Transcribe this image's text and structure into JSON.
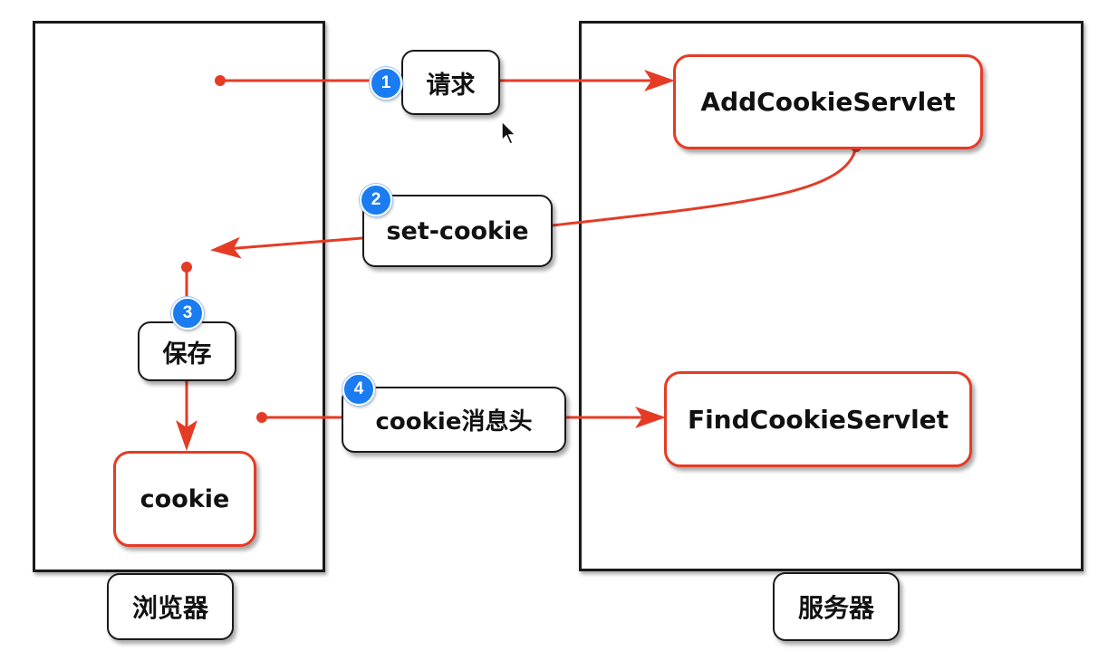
{
  "browser_label": "浏览器",
  "server_label": "服务器",
  "steps": [
    {
      "number": "1",
      "label": "请求"
    },
    {
      "number": "2",
      "label": "set-cookie"
    },
    {
      "number": "3",
      "label": "保存"
    },
    {
      "number": "4",
      "label": "cookie消息头"
    }
  ],
  "server_components": {
    "add_servlet": "AddCookieServlet",
    "find_servlet": "FindCookieServlet"
  },
  "browser_components": {
    "cookie": "cookie"
  },
  "colors": {
    "arrow": "#e53b25",
    "badge": "#1a7cf0",
    "panel_border": "#1a1a1a"
  }
}
